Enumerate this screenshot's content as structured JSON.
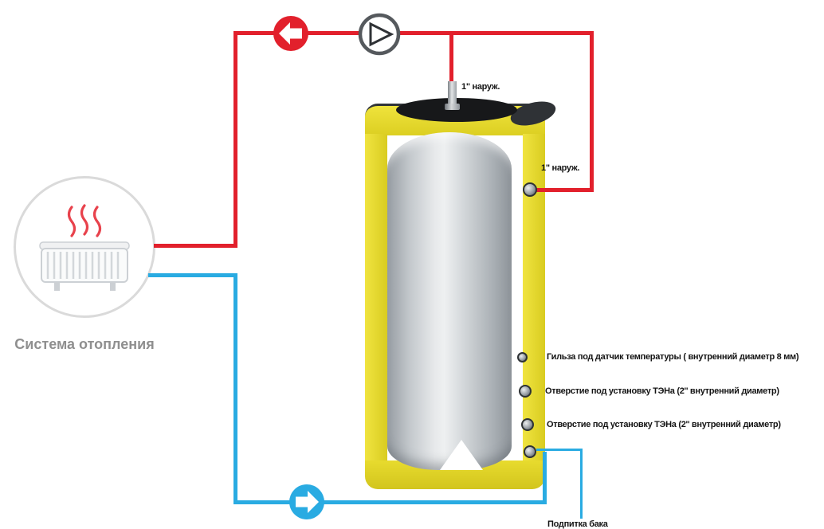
{
  "diagram": {
    "title": "Система отопления",
    "colors": {
      "supply_red": "#e2202c",
      "return_blue": "#29abe2",
      "insulation_yellow": "#e4d629",
      "tank_gray": "#c9cdd1",
      "title_gray": "#8f8f8f"
    },
    "icons": {
      "pump": "pump-icon",
      "supply_arrow": "arrow-left-icon",
      "return_arrow": "arrow-right-icon",
      "radiator": "radiator-icon"
    },
    "tank": {
      "connections": {
        "top": "1\" наруж.",
        "side": "1\" наруж."
      },
      "ports": [
        {
          "label": "Гильза под датчик температуры ( внутренний диаметр 8 мм)"
        },
        {
          "label": "Отверстие под установку ТЭНа (2'' внутренний диаметр)"
        },
        {
          "label": "Отверстие под установку ТЭНа (2'' внутренний диаметр)"
        },
        {
          "label": "Подпитка бака"
        }
      ]
    }
  }
}
